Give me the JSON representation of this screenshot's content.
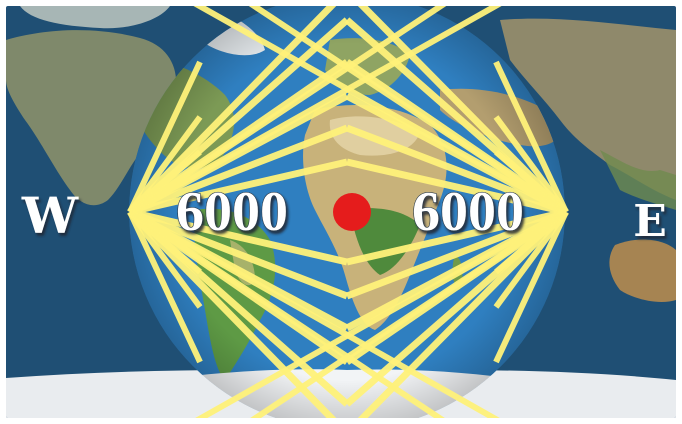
{
  "labels": {
    "west": "W",
    "east": "E",
    "distance_left": "6000",
    "distance_right": "6000"
  },
  "colors": {
    "ocean_outer": "#1f4f74",
    "ocean_globe": "#2f7fc0",
    "rays": "#fff27a",
    "center_marker": "#e51c1c",
    "antarctica": "#f2f4f6"
  },
  "icons": {
    "center": "red-dot-marker",
    "background": "world-map",
    "globe": "earth-globe"
  }
}
